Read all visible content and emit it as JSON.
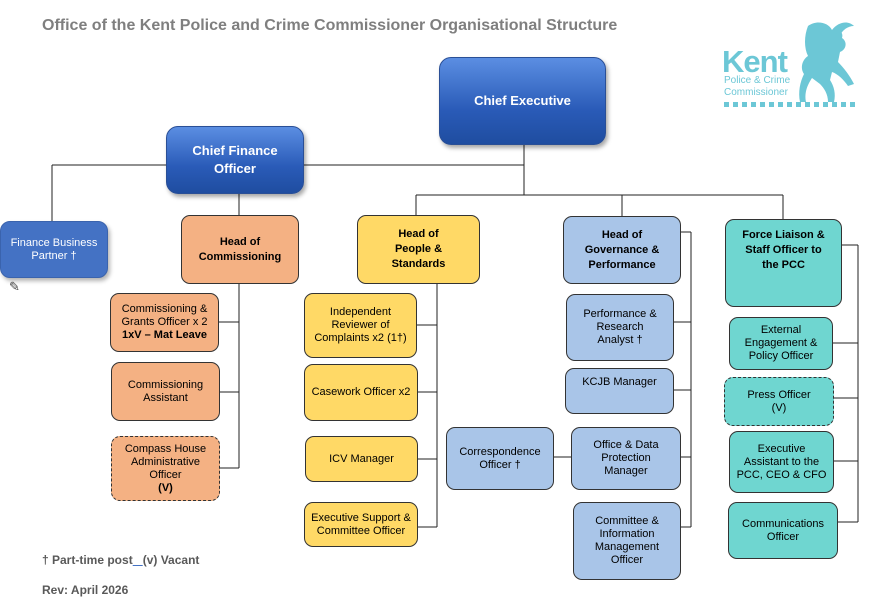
{
  "title": "Office of the Kent Police and Crime Commissioner Organisational Structure",
  "logo": {
    "name": "Kent",
    "line1": "Police & Crime",
    "line2": "Commissioner",
    "icon": "horse-icon"
  },
  "nodes": {
    "chief_executive": "Chief Executive",
    "chief_finance_officer": [
      "Chief Finance",
      "Officer"
    ],
    "finance_business_partner": [
      "Finance Business",
      "Partner †"
    ],
    "head_of_commissioning": [
      "Head of",
      "Commissioning"
    ],
    "commissioning_grants_officer": [
      "Commissioning &",
      "Grants Officer x 2",
      "1xV – Mat Leave"
    ],
    "commissioning_assistant": [
      "Commissioning",
      "Assistant"
    ],
    "compass_house_officer": [
      "Compass House",
      "Administrative",
      "Officer",
      "(V)"
    ],
    "head_of_people": [
      "Head of",
      "People &",
      "Standards"
    ],
    "independent_reviewer": [
      "Independent",
      "Reviewer of",
      "Complaints x2 (1†)"
    ],
    "casework_officer": "Casework Officer x2",
    "icv_manager": "ICV Manager",
    "executive_support": [
      "Executive Support &",
      "Committee Officer"
    ],
    "correspondence_officer": [
      "Correspondence",
      "Officer †"
    ],
    "head_of_governance": [
      "Head of",
      "Governance &",
      "Performance"
    ],
    "performance_research_analyst": [
      "Performance &",
      "Research",
      "Analyst †"
    ],
    "kcjb_manager": "KCJB Manager",
    "office_data_protection_manager": [
      "Office & Data",
      "Protection",
      "Manager"
    ],
    "committee_information_officer": [
      "Committee &",
      "Information",
      "Management",
      "Officer"
    ],
    "force_liaison": [
      "Force Liaison &",
      "Staff Officer to",
      "the PCC"
    ],
    "external_engagement": [
      "External",
      "Engagement &",
      "Policy Officer"
    ],
    "press_officer": [
      "Press Officer",
      "(V)"
    ],
    "executive_assistant": [
      "Executive",
      "Assistant to the",
      "PCC, CEO & CFO"
    ],
    "communications_officer": [
      "Communications",
      "Officer"
    ]
  },
  "legend": {
    "part_time": "†  Part-time post",
    "vacant": "(v) Vacant"
  },
  "revision": "Rev:  April 2026",
  "colors": {
    "executive": "#2a5bb8",
    "commissioning": "#f4b183",
    "people": "#ffd966",
    "governance": "#a9c5e8",
    "force_liaison": "#6fd6d0",
    "logo": "#6cc7d6"
  }
}
